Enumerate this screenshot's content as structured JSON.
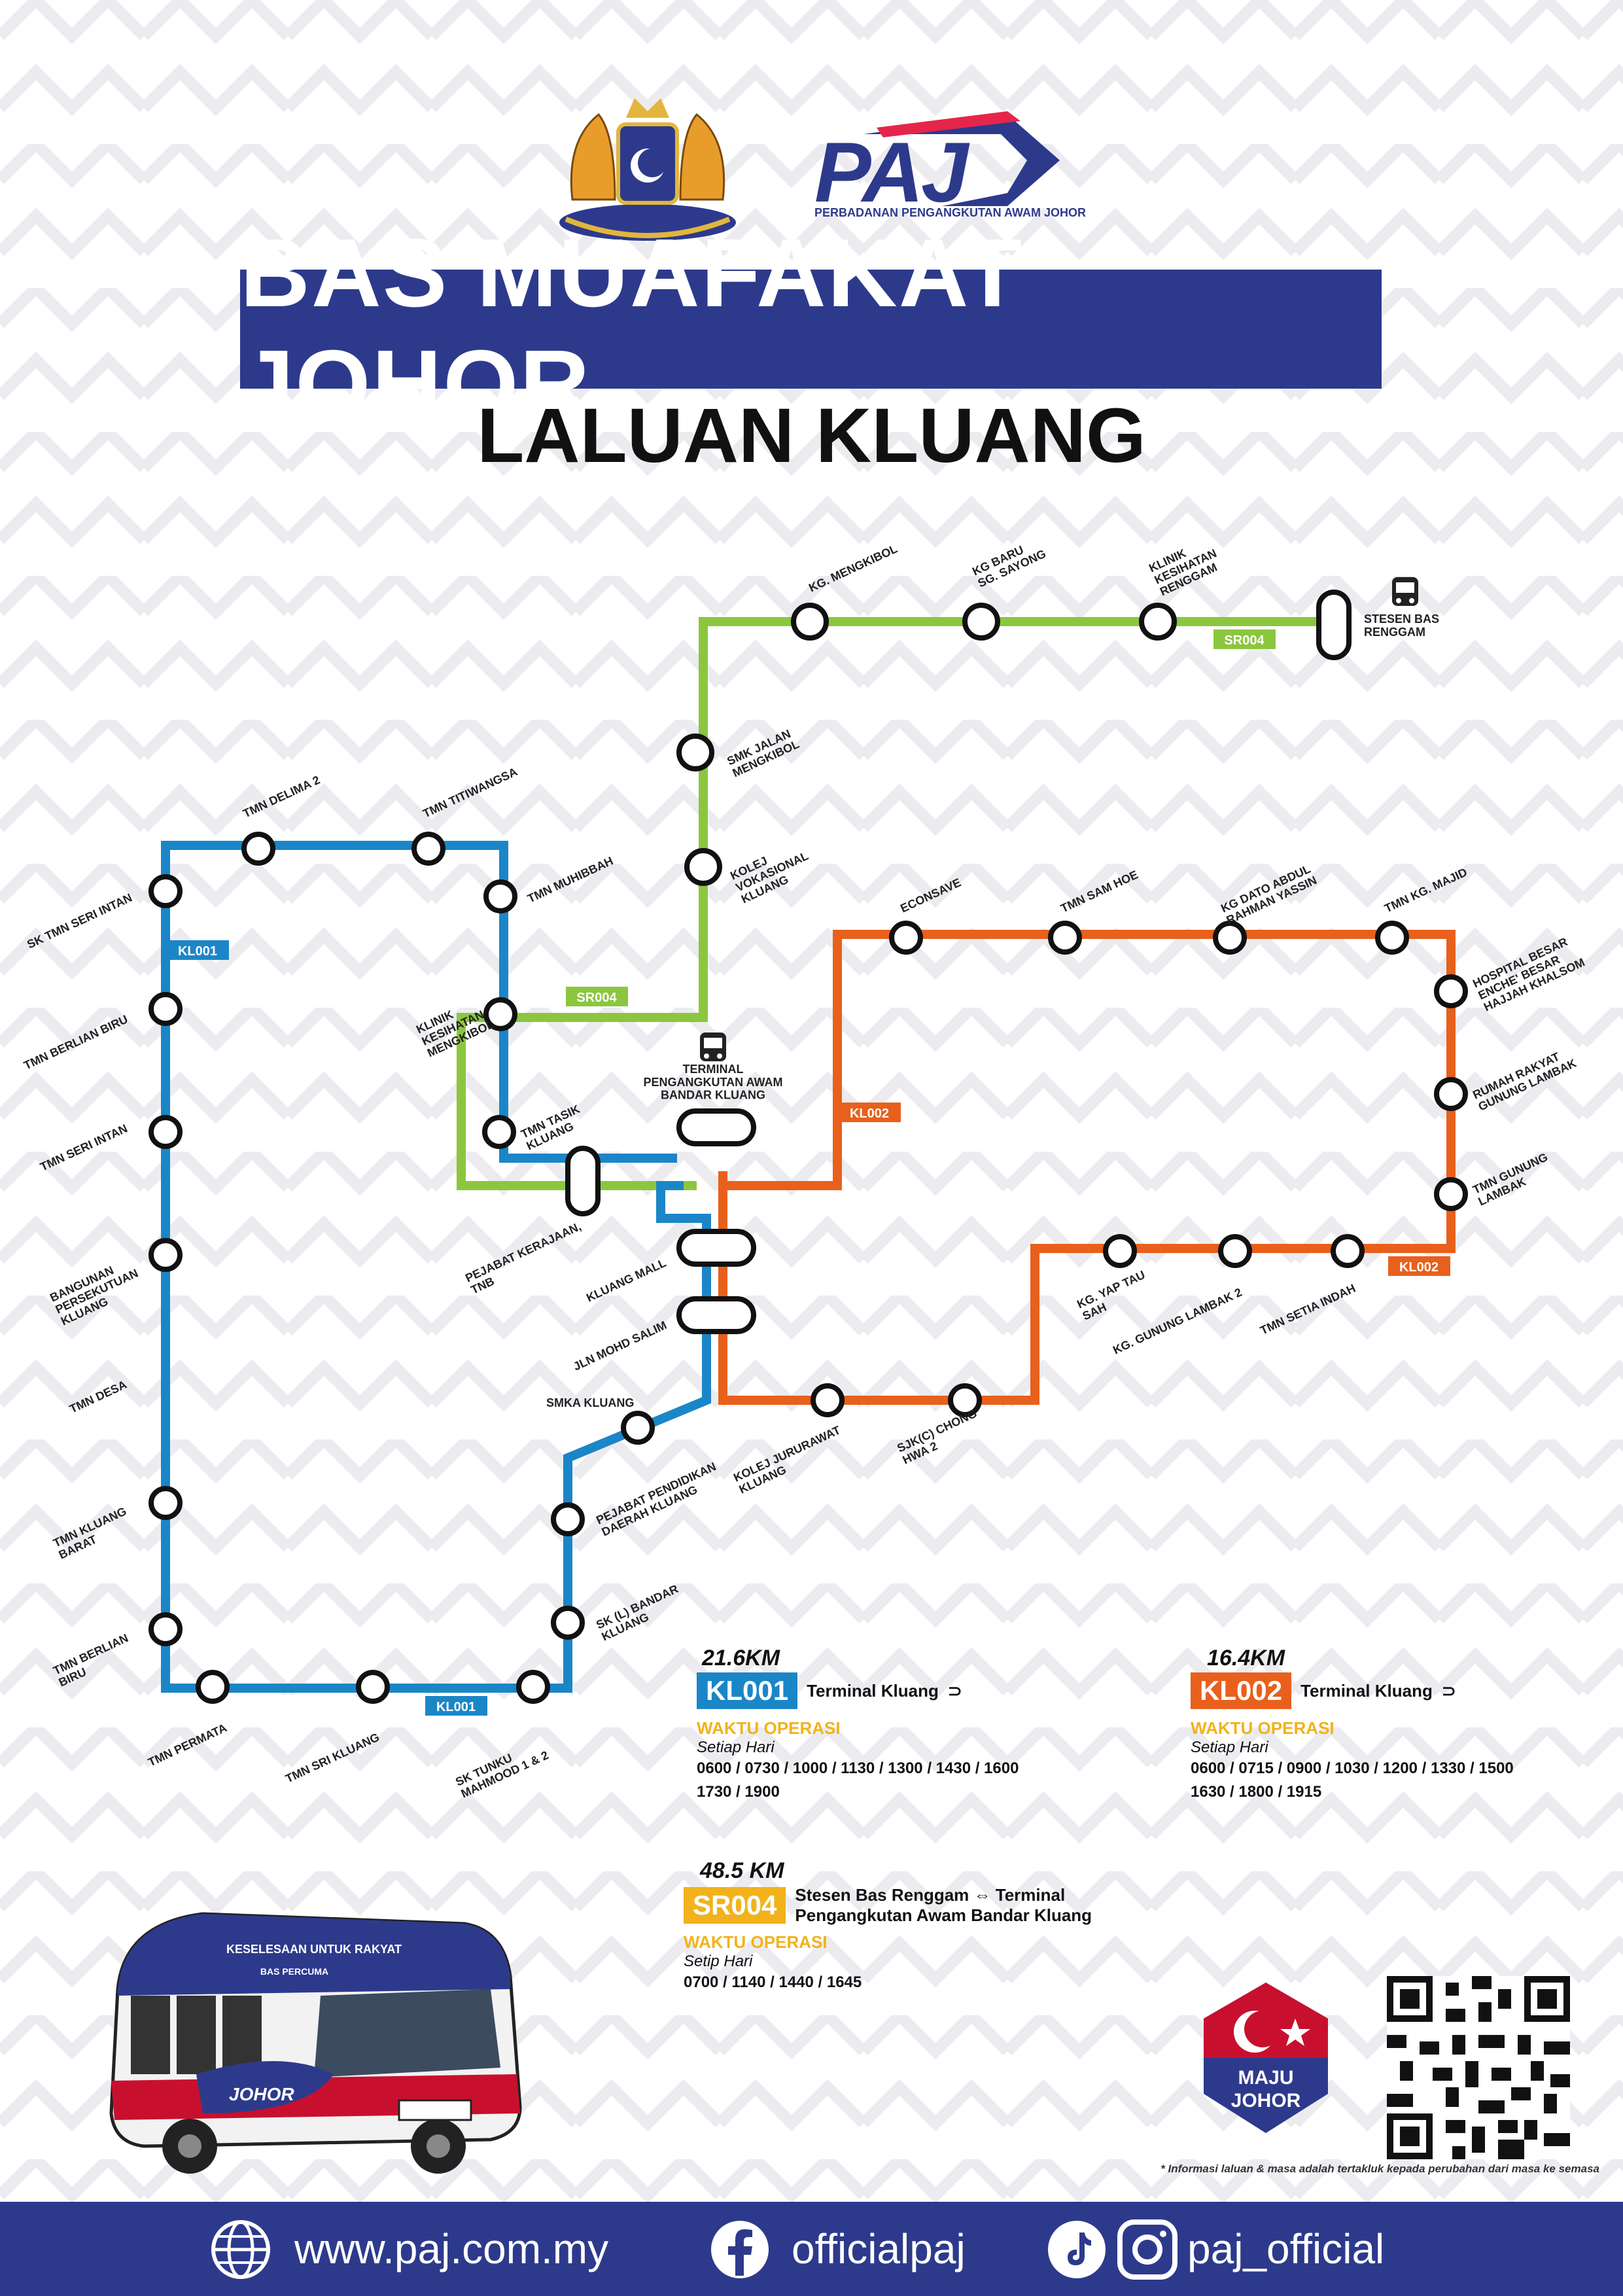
{
  "header": {
    "logo_text": "PAJ",
    "logo_subtitle": "PERBADANAN PENGANGKUTAN AWAM JOHOR",
    "title": "BAS MUAFAKAT JOHOR",
    "subtitle": "LALUAN KLUANG"
  },
  "colors": {
    "navy": "#2d3a8c",
    "kl001": "#1b86c7",
    "kl002": "#e8601c",
    "sr004": "#8cc63f",
    "waktu": "#f2b21b"
  },
  "map": {
    "terminals": {
      "stesen_bas_renggam": "STESEN BAS\nRENGGAM",
      "terminal_kluang": "TERMINAL\nPENGANGKUTAN AWAM\nBANDAR KLUANG"
    },
    "sr004_stops": [
      "KG. MENGKIBOL",
      "KG BARU\nSG. SAYONG",
      "KLINIK\nKESIHATAN\nRENGGAM",
      "SMK JALAN\nMENGKIBOL",
      "KOLEJ\nVOKASIONAL\nKLUANG"
    ],
    "kl001_stops": [
      "SK TMN SERI INTAN",
      "TMN DELIMA 2",
      "TMN TITIWANGSA",
      "TMN MUHIBBAH",
      "KLINIK\nKESIHATAN\nMENGKIBOL",
      "TMN TASIK\nKLUANG",
      "PEJABAT KERAJAAN,\nTNB",
      "KLUANG MALL",
      "JLN MOHD SALIM",
      "SMKA KLUANG",
      "PEJABAT PENDIDIKAN\nDAERAH KLUANG",
      "SK (L) BANDAR\nKLUANG",
      "SK TUNKU\nMAHMOOD 1 & 2",
      "TMN SRI KLUANG",
      "TMN PERMATA",
      "TMN BERLIAN\nBIRU",
      "TMN KLUANG\nBARAT",
      "TMN DESA",
      "BANGUNAN\nPERSEKUTUAN\nKLUANG",
      "TMN SERI INTAN",
      "TMN BERLIAN BIRU"
    ],
    "kl002_stops": [
      "ECONSAVE",
      "TMN SAM HOE",
      "KG DATO ABDUL\nRAHMAN YASSIN",
      "TMN KG. MAJID",
      "HOSPITAL BESAR\nENCHE' BESAR\nHAJJAH KHALSOM",
      "RUMAH RAKYAT\nGUNUNG LAMBAK",
      "TMN GUNUNG\nLAMBAK",
      "TMN SETIA INDAH",
      "KG. GUNUNG LAMBAK 2",
      "KG. YAP TAU\nSAH",
      "SJK(C) CHONG\nHWA 2",
      "KOLEJ JURURAWAT\nKLUANG"
    ],
    "tags": {
      "kl001": "KL001",
      "kl002": "KL002",
      "sr004": "SR004"
    }
  },
  "routes": [
    {
      "id": "KL001",
      "distance": "21.6KM",
      "destination": "Terminal Kluang",
      "op_heading": "WAKTU OPERASI",
      "op_days": "Setiap Hari",
      "times_1": "0600 / 0730 / 1000 / 1130 / 1300 / 1430 / 1600",
      "times_2": "1730 / 1900"
    },
    {
      "id": "KL002",
      "distance": "16.4KM",
      "destination": "Terminal Kluang",
      "op_heading": "WAKTU OPERASI",
      "op_days": "Setiap Hari",
      "times_1": "0600 / 0715 / 0900 / 1030 / 1200 / 1330 / 1500",
      "times_2": "1630 / 1800 / 1915"
    },
    {
      "id": "SR004",
      "distance": "48.5 KM",
      "destination_1": "Stesen Bas Renggam",
      "destination_2": "Terminal",
      "destination_3": "Pengangkutan Awam Bandar Kluang",
      "op_heading": "WAKTU OPERASI",
      "op_days": "Setip Hari",
      "times_1": "0700 / 1140 / 1440 / 1645"
    }
  ],
  "bus": {
    "roof_text": "KESELESAAN UNTUK RAKYAT",
    "side_text": "BAS PERCUMA",
    "brand": "JOHOR"
  },
  "maju_johor": {
    "line1": "MAJU",
    "line2": "JOHOR"
  },
  "disclaimer": "* Informasi laluan & masa adalah tertakluk kepada perubahan dari masa ke semasa",
  "footer": {
    "website": "www.paj.com.my",
    "facebook": "officialpaj",
    "social": "paj_official"
  }
}
